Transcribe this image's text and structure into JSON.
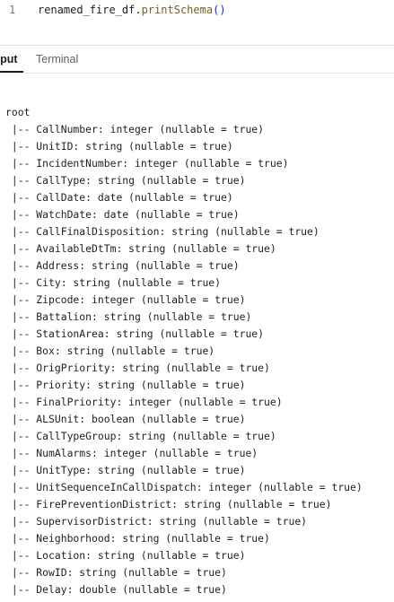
{
  "editor": {
    "line_number": "1",
    "variable": "renamed_fire_df",
    "dot": ".",
    "method": "printSchema",
    "parens": "()"
  },
  "tabs": [
    {
      "label": "tput",
      "active": true
    },
    {
      "label": "Terminal",
      "active": false
    }
  ],
  "output": {
    "lines": [
      "root",
      " |-- CallNumber: integer (nullable = true)",
      " |-- UnitID: string (nullable = true)",
      " |-- IncidentNumber: integer (nullable = true)",
      " |-- CallType: string (nullable = true)",
      " |-- CallDate: date (nullable = true)",
      " |-- WatchDate: date (nullable = true)",
      " |-- CallFinalDisposition: string (nullable = true)",
      " |-- AvailableDtTm: string (nullable = true)",
      " |-- Address: string (nullable = true)",
      " |-- City: string (nullable = true)",
      " |-- Zipcode: integer (nullable = true)",
      " |-- Battalion: string (nullable = true)",
      " |-- StationArea: string (nullable = true)",
      " |-- Box: string (nullable = true)",
      " |-- OrigPriority: string (nullable = true)",
      " |-- Priority: string (nullable = true)",
      " |-- FinalPriority: integer (nullable = true)",
      " |-- ALSUnit: boolean (nullable = true)",
      " |-- CallTypeGroup: string (nullable = true)",
      " |-- NumAlarms: integer (nullable = true)",
      " |-- UnitType: string (nullable = true)",
      " |-- UnitSequenceInCallDispatch: integer (nullable = true)",
      " |-- FirePreventionDistrict: string (nullable = true)",
      " |-- SupervisorDistrict: string (nullable = true)",
      " |-- Neighborhood: string (nullable = true)",
      " |-- Location: string (nullable = true)",
      " |-- RowID: string (nullable = true)",
      " |-- Delay: double (nullable = true)"
    ]
  }
}
